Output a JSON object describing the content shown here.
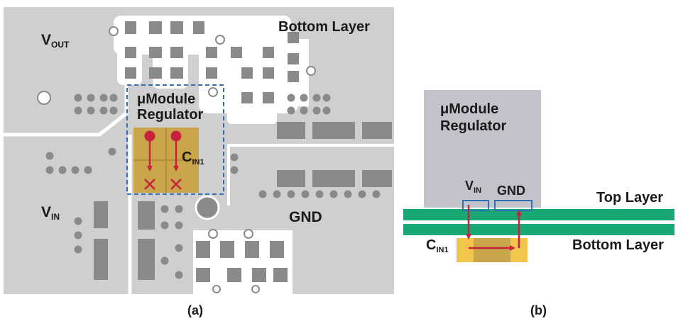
{
  "panel_a": {
    "vout_main": "V",
    "vout_sub": "OUT",
    "bottom_layer": "Bottom Layer",
    "module_line1": "μModule",
    "module_line2": "Regulator",
    "cin_main": "C",
    "cin_sub": "IN1",
    "vin_main": "V",
    "vin_sub": "IN",
    "gnd": "GND",
    "caption": "(a)"
  },
  "panel_b": {
    "module_line1": "μModule",
    "module_line2": "Regulator",
    "vin_main": "V",
    "vin_sub": "IN",
    "gnd": "GND",
    "top_layer": "Top Layer",
    "bottom_layer": "Bottom Layer",
    "cin_main": "C",
    "cin_sub": "IN1",
    "caption": "(b)"
  },
  "colors": {
    "board": "#cfcfcf",
    "copper": "#8a8a8a",
    "clearance": "#ffffff",
    "pad_gold": "#c9a64a",
    "arrow_red": "#c8213e",
    "outline_blue": "#2f6fb5",
    "layer_green": "#19a874",
    "module_gray": "#c2c3cb",
    "cap_yellow": "#f2c64d"
  }
}
